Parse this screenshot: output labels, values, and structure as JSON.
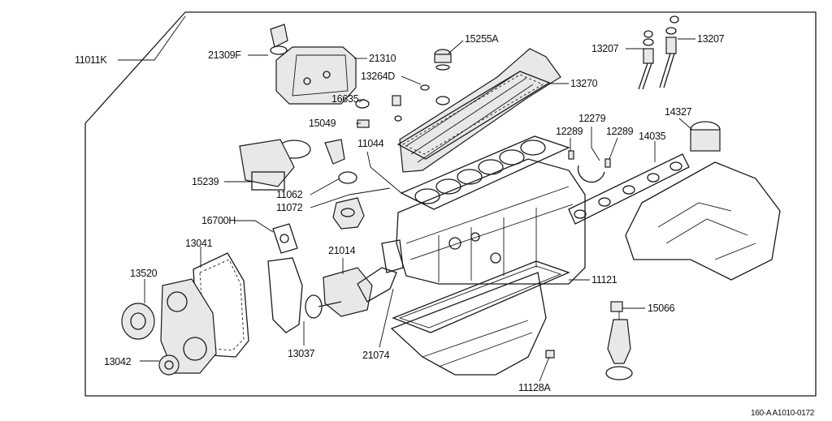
{
  "diagram": {
    "assembly_label": "11011K",
    "reference_code": "160-A A1010-0172",
    "parts": {
      "p21309F": "21309F",
      "p21310": "21310",
      "p15255A": "15255A",
      "p13264D": "13264D",
      "p13270": "13270",
      "p16635": "16635",
      "p15049": "15049",
      "p11044": "11044",
      "p15239": "15239",
      "p11062": "11062",
      "p11072": "11072",
      "p16700H": "16700H",
      "p13041": "13041",
      "p13520": "13520",
      "p21014": "21014",
      "p13037": "13037",
      "p13042": "13042",
      "p21074": "21074",
      "p11121": "11121",
      "p11128A": "11128A",
      "p15066": "15066",
      "p13207a": "13207",
      "p13207b": "13207",
      "p12279": "12279",
      "p12289a": "12289",
      "p12289b": "12289",
      "p14035": "14035",
      "p14327": "14327"
    }
  }
}
